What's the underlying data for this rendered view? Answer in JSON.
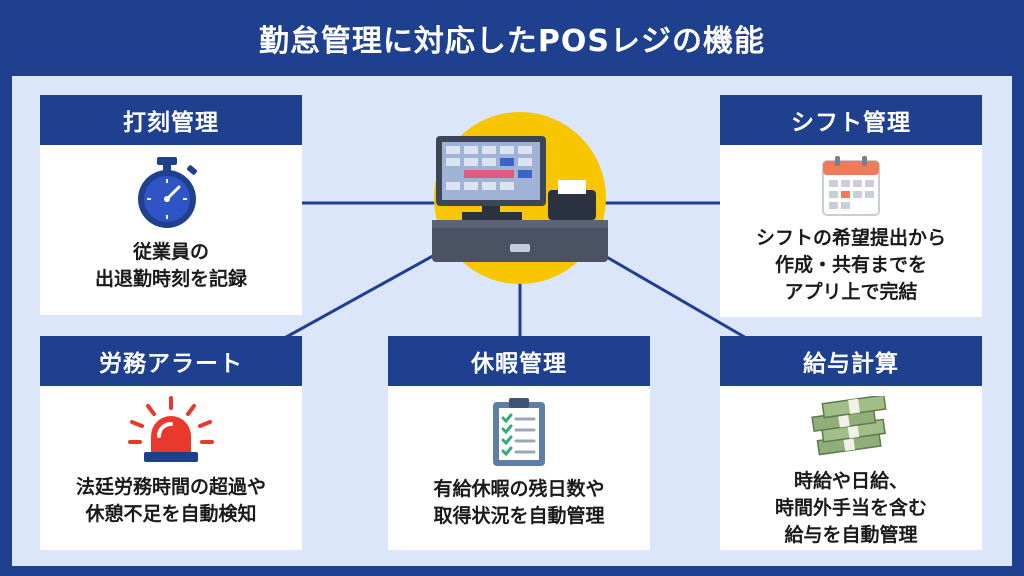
{
  "title": "勤怠管理に対応したPOSレジの機能",
  "cards": {
    "clock_in": {
      "heading": "打刻管理",
      "lines": [
        "従業員の",
        "出退勤時刻を記録"
      ],
      "icon": "stopwatch-icon"
    },
    "shift": {
      "heading": "シフト管理",
      "lines": [
        "シフトの希望提出から",
        "作成・共有までを",
        "アプリ上で完結"
      ],
      "icon": "calendar-icon"
    },
    "alert": {
      "heading": "労務アラート",
      "lines": [
        "法廷労務時間の超過や",
        "休憩不足を自動検知"
      ],
      "icon": "siren-icon"
    },
    "leave": {
      "heading": "休暇管理",
      "lines": [
        "有給休暇の残日数や",
        "取得状況を自動管理"
      ],
      "icon": "clipboard-checklist-icon"
    },
    "payroll": {
      "heading": "給与計算",
      "lines": [
        "時給や日給、",
        "時間外手当を含む",
        "給与を自動管理"
      ],
      "icon": "money-stack-icon"
    }
  },
  "center_icon": "pos-register-icon",
  "colors": {
    "navy": "#1f3f8f",
    "light_bg": "#dbe6fb",
    "yellow": "#f7c600",
    "red": "#e8392c",
    "blue_icon": "#2f54c6"
  }
}
